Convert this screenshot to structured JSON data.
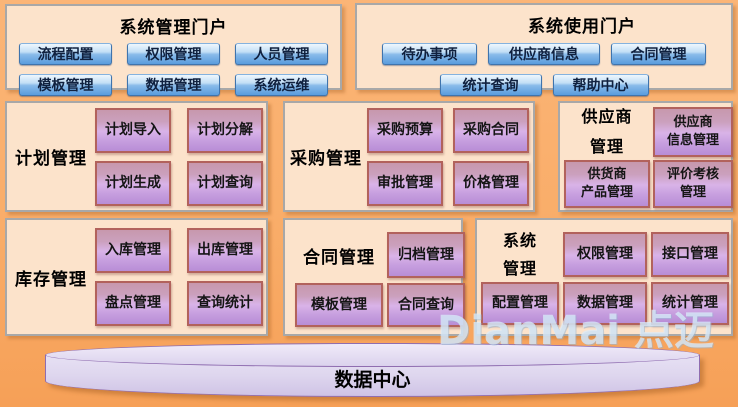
{
  "portal_admin": {
    "title": "系统管理门户",
    "row1": [
      "流程配置",
      "权限管理",
      "人员管理"
    ],
    "row2": [
      "模板管理",
      "数据管理",
      "系统运维"
    ]
  },
  "portal_user": {
    "title": "系统使用门户",
    "row1": [
      "待办事项",
      "供应商信息",
      "合同管理"
    ],
    "row2": [
      "统计查询",
      "帮助中心"
    ]
  },
  "modules": {
    "plan": {
      "title": "计划管理",
      "items": [
        "计划导入",
        "计划分解",
        "计划生成",
        "计划查询"
      ]
    },
    "purchase": {
      "title": "采购管理",
      "items": [
        "采购预算",
        "采购合同",
        "审批管理",
        "价格管理"
      ]
    },
    "supplier": {
      "title": "供应商\n管理",
      "items": [
        "供应商\n信息管理",
        "供货商\n产品管理",
        "评价考核\n管理"
      ]
    },
    "inventory": {
      "title": "库存管理",
      "items": [
        "入库管理",
        "出库管理",
        "盘点管理",
        "查询统计"
      ]
    },
    "contract": {
      "title": "合同管理",
      "items": [
        "归档管理",
        "模板管理",
        "合同查询"
      ]
    },
    "system": {
      "title": "系统\n管理",
      "items": [
        "权限管理",
        "接口管理",
        "配置管理",
        "数据管理",
        "统计管理"
      ]
    }
  },
  "data_center": {
    "label": "数据中心"
  },
  "watermark": {
    "text": "DianMai 点迈"
  },
  "colors": {
    "background": "#f9ad69",
    "panel_bg": "#fce3cb",
    "panel_border": "#a8a8a8",
    "blue_button_top": "#eef6fd",
    "blue_button_bottom": "#5a9cdd",
    "blue_button_border": "#3f74ad",
    "purple_button_top": "#c798ad",
    "purple_button_mid": "#d9b3e8",
    "purple_button_bottom": "#b88dd6",
    "purple_button_border": "#b2625c",
    "cylinder_fill": "#ded6ee",
    "cylinder_border": "#8f6db0",
    "watermark_color": "#dbebf9"
  }
}
